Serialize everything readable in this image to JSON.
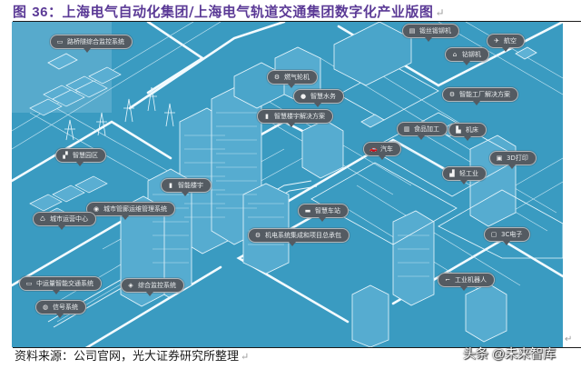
{
  "figure": {
    "label": "图",
    "number": "36",
    "separator": "：",
    "title": "上海电气自动化集团/上海电气轨道交通集团数字化产业版图",
    "return_mark": "↵"
  },
  "illustration": {
    "background_color": "#3a9bc1",
    "line_color": "#e6f4fa",
    "bubble_color": "#545b62",
    "callouts": [
      {
        "id": "bridge-tunnel-monitor",
        "icon": "monitor-icon",
        "glyph": "▭",
        "label": "路桥隧综合监控系统"
      },
      {
        "id": "gas-turbine",
        "icon": "turbine-icon",
        "glyph": "⚙",
        "label": "燃气轮机"
      },
      {
        "id": "smart-water",
        "icon": "water-drop-icon",
        "glyph": "●",
        "label": "智慧水务"
      },
      {
        "id": "smart-building-solution",
        "icon": "building-icon",
        "glyph": "▮",
        "label": "智慧楼宇解决方案"
      },
      {
        "id": "screw-machine",
        "icon": "machine-icon",
        "glyph": "▤",
        "label": "锻丝锻铆机"
      },
      {
        "id": "aviation",
        "icon": "airplane-icon",
        "glyph": "✈",
        "label": "航空"
      },
      {
        "id": "drilling-riveting",
        "icon": "drill-icon",
        "glyph": "⌂",
        "label": "钻铆机"
      },
      {
        "id": "smart-factory",
        "icon": "factory-icon",
        "glyph": "⚙",
        "label": "智能工厂解决方案"
      },
      {
        "id": "food-processing",
        "icon": "food-icon",
        "glyph": "▥",
        "label": "食品加工"
      },
      {
        "id": "machine-tool",
        "icon": "machine-tool-icon",
        "glyph": "▙",
        "label": "机床"
      },
      {
        "id": "automobile",
        "icon": "car-icon",
        "glyph": "🚗",
        "label": "汽车"
      },
      {
        "id": "3d-printing",
        "icon": "printer-icon",
        "glyph": "▣",
        "label": "3D打印"
      },
      {
        "id": "light-industry",
        "icon": "industry-icon",
        "glyph": "▟",
        "label": "轻工业"
      },
      {
        "id": "smart-park",
        "icon": "park-icon",
        "glyph": "▞",
        "label": "智慧园区"
      },
      {
        "id": "smart-building",
        "icon": "building-icon",
        "glyph": "▮",
        "label": "智能楼宇"
      },
      {
        "id": "city-ops-management",
        "icon": "cloud-icon",
        "glyph": "◉",
        "label": "城市管廊运维管理系统"
      },
      {
        "id": "city-ops-center",
        "icon": "recycle-icon",
        "glyph": "♺",
        "label": "城市运营中心"
      },
      {
        "id": "smart-station",
        "icon": "train-icon",
        "glyph": "▬",
        "label": "智慧车站"
      },
      {
        "id": "electromechanical",
        "icon": "gear-icon",
        "glyph": "⚙",
        "label": "机电系统集成和项目总承包"
      },
      {
        "id": "3c-electronics",
        "icon": "device-icon",
        "glyph": "▢",
        "label": "3C电子"
      },
      {
        "id": "medium-transit",
        "icon": "bus-icon",
        "glyph": "▭",
        "label": "中运量智能交通系统"
      },
      {
        "id": "integrated-monitoring",
        "icon": "shield-icon",
        "glyph": "◈",
        "label": "综合监控系统"
      },
      {
        "id": "signal-system",
        "icon": "signal-icon",
        "glyph": "◍",
        "label": "信号系统"
      },
      {
        "id": "industrial-robot",
        "icon": "robot-arm-icon",
        "glyph": "⌐",
        "label": "工业机器人"
      }
    ]
  },
  "source": {
    "text": "资料来源：公司官网，光大证券研究所整理",
    "return_mark": "↵"
  },
  "watermark": {
    "text": "头条 @未来智库"
  }
}
